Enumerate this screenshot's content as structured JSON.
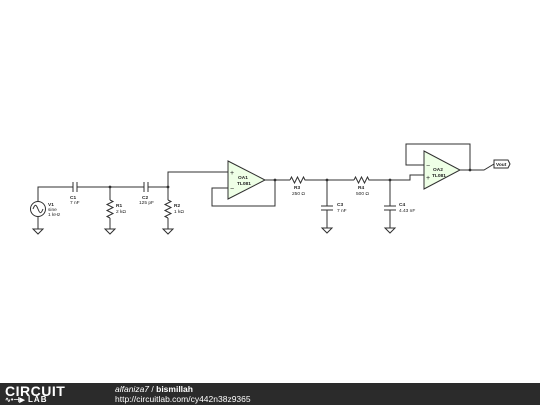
{
  "source": {
    "name": "V1",
    "type": "sine",
    "frequency": "1 kHz"
  },
  "components": {
    "C1": {
      "name": "C1",
      "value": "7 nF"
    },
    "R1": {
      "name": "R1",
      "value": "2 kΩ"
    },
    "C2": {
      "name": "C2",
      "value": "125 pF"
    },
    "R2": {
      "name": "R2",
      "value": "1 kΩ"
    },
    "OA1": {
      "name": "OA1",
      "model": "TL081"
    },
    "R3": {
      "name": "R3",
      "value": "250 Ω"
    },
    "C3": {
      "name": "C3",
      "value": "7 nF"
    },
    "R4": {
      "name": "R4",
      "value": "500 Ω"
    },
    "C4": {
      "name": "C4",
      "value": "4.43 nF"
    },
    "OA2": {
      "name": "OA2",
      "model": "TL081"
    }
  },
  "opamp_signs": {
    "plus": "+",
    "minus": "−"
  },
  "output_label": "Vout",
  "footer": {
    "logo_top": "CIRCUIT",
    "logo_bottom": "LAB",
    "logo_symbol": "∿•⊣▶",
    "author": "alfaniza7",
    "separator": " / ",
    "title": "bismillah",
    "url": "http://circuitlab.com/cy442n38z9365"
  }
}
